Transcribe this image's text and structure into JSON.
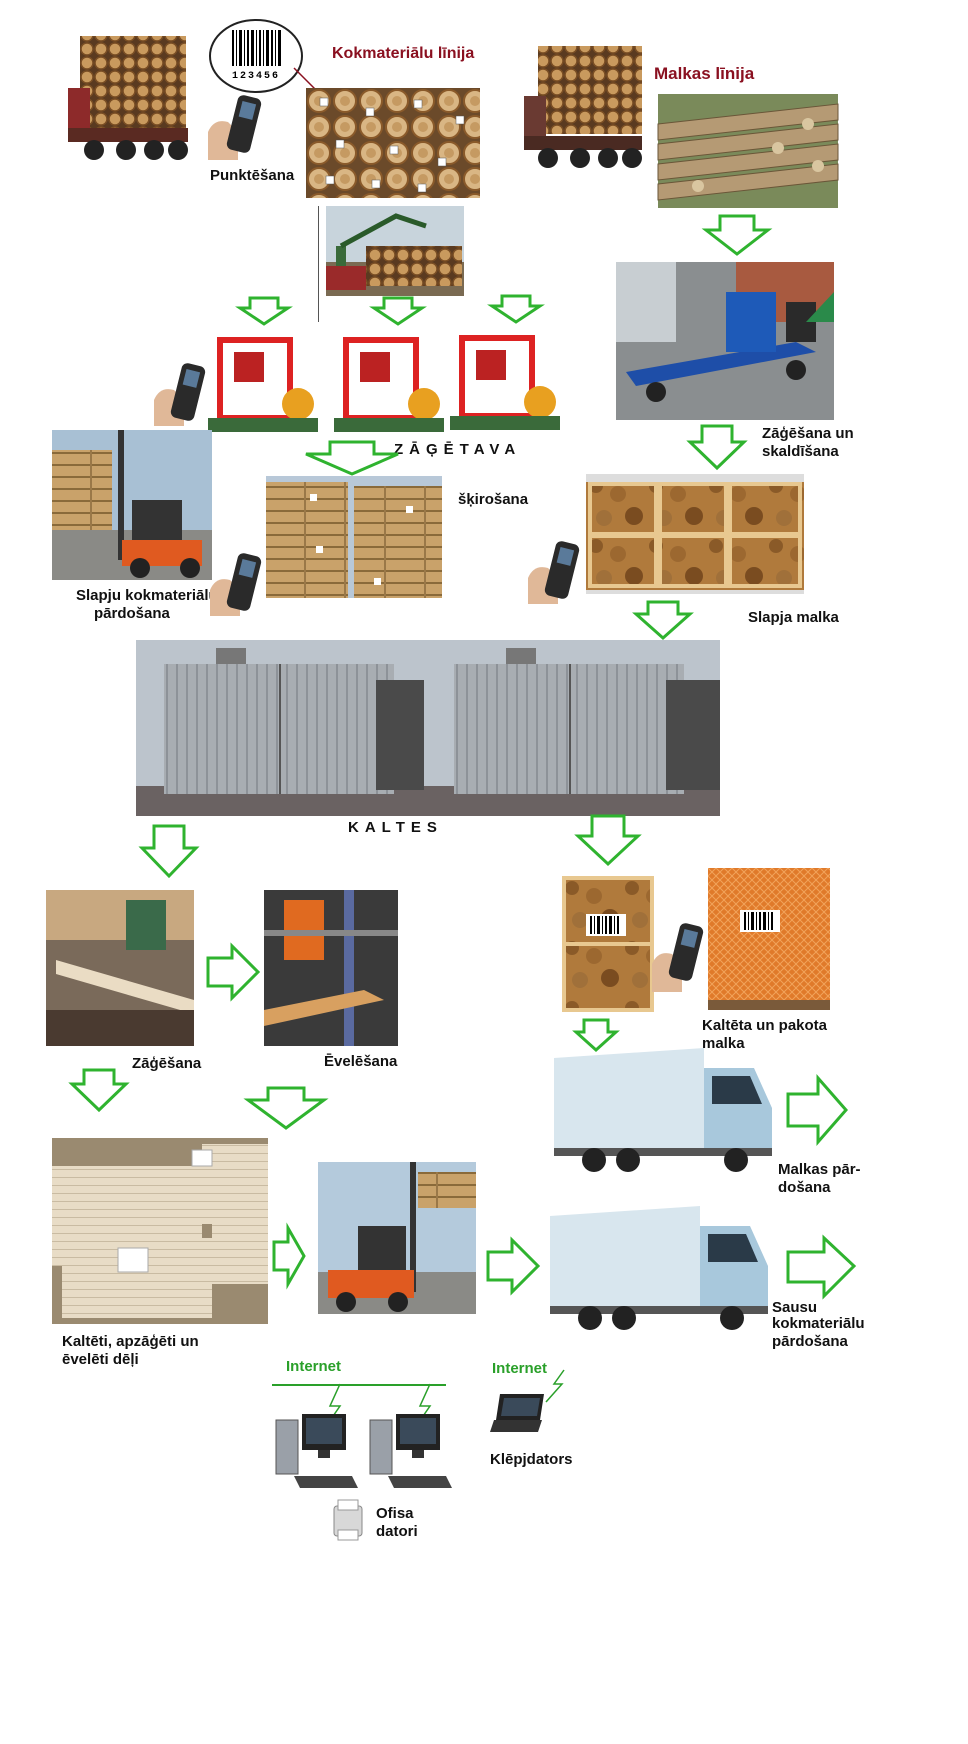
{
  "titles": {
    "log_line": "Kokmateriālu līnija",
    "firewood_line": "Malkas līnija"
  },
  "labels": {
    "punching": "Punktēšana",
    "sawmill": "ZĀĢĒTAVA",
    "sorting": "šķirošana",
    "wet_timber_sale_1": "Slapju kokmateriālu",
    "wet_timber_sale_2": "pārdošana",
    "sawing_splitting_1": "Zāģēšana un",
    "sawing_splitting_2": "skaldīšana",
    "wet_firewood": "Slapja malka",
    "kilns": "KALTES",
    "sawing": "Zāģēšana",
    "planing": "Ēvelēšana",
    "dried_packed_1": "Kaltēta un pakota",
    "dried_packed_2": "malka",
    "firewood_sale_1": "Malkas pār-",
    "firewood_sale_2": "došana",
    "dried_boards_1": "Kaltēti, apzāģēti un",
    "dried_boards_2": "ēvelēti dēļi",
    "dry_timber_sale_1": "Sausu",
    "dry_timber_sale_2": "kokmateriālu",
    "dry_timber_sale_3": "pārdošana",
    "internet_1": "Internet",
    "internet_2": "Internet",
    "laptop": "Klēpjdators",
    "office_1": "Ofisa",
    "office_2": "datori"
  },
  "barcode_number": "123456",
  "colors": {
    "arrow": "#2fb32f",
    "title": "#8a1020",
    "internet": "#2aa02a"
  }
}
